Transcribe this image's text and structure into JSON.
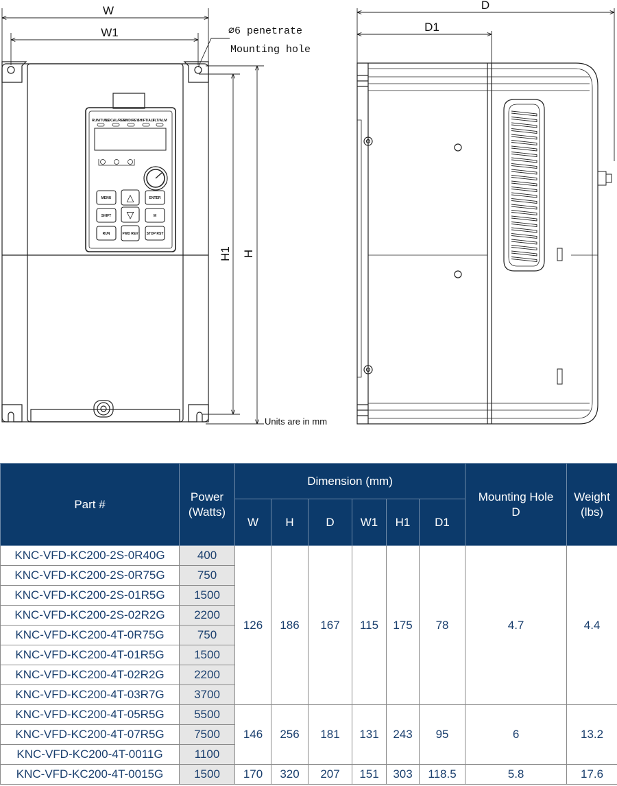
{
  "drawing": {
    "labels": {
      "w": "W",
      "w1": "W1",
      "h": "H",
      "h1": "H1",
      "d": "D",
      "d1": "D1",
      "hole_line1": "∅6 penetrate",
      "hole_line2": "Mounting hole",
      "units_note": "Units are in mm"
    },
    "keypad": {
      "indicator_labels": [
        "RUN/TUNE",
        "LOCAL/REM",
        "FWD/REV",
        "SHIFT/ALT",
        "FLT/ALM"
      ],
      "keys": [
        "MENU",
        "△",
        "ENTER",
        "SHIFT",
        "▽",
        "M",
        "RUN",
        "FWD REV",
        "STOP RST"
      ]
    }
  },
  "table": {
    "headers": {
      "part": "Part #",
      "power": "Power (Watts)",
      "dimension_group": "Dimension (mm)",
      "w": "W",
      "h": "H",
      "d": "D",
      "w1": "W1",
      "h1": "H1",
      "d1": "D1",
      "mounting_hole": "Mounting Hole D",
      "weight": "Weight (lbs)"
    },
    "parts": [
      {
        "part": "KNC-VFD-KC200-2S-0R40G",
        "power": "400"
      },
      {
        "part": "KNC-VFD-KC200-2S-0R75G",
        "power": "750"
      },
      {
        "part": "KNC-VFD-KC200-2S-01R5G",
        "power": "1500"
      },
      {
        "part": "KNC-VFD-KC200-2S-02R2G",
        "power": "2200"
      },
      {
        "part": "KNC-VFD-KC200-4T-0R75G",
        "power": "750"
      },
      {
        "part": "KNC-VFD-KC200-4T-01R5G",
        "power": "1500"
      },
      {
        "part": "KNC-VFD-KC200-4T-02R2G",
        "power": "2200"
      },
      {
        "part": "KNC-VFD-KC200-4T-03R7G",
        "power": "3700"
      },
      {
        "part": "KNC-VFD-KC200-4T-05R5G",
        "power": "5500"
      },
      {
        "part": "KNC-VFD-KC200-4T-07R5G",
        "power": "7500"
      },
      {
        "part": "KNC-VFD-KC200-4T-0011G",
        "power": "1100"
      },
      {
        "part": "KNC-VFD-KC200-4T-0015G",
        "power": "1500"
      }
    ],
    "groups": [
      {
        "rows": 8,
        "w": "126",
        "h": "186",
        "d": "167",
        "w1": "115",
        "h1": "175",
        "d1": "78",
        "hole": "4.7",
        "weight": "4.4"
      },
      {
        "rows": 3,
        "w": "146",
        "h": "256",
        "d": "181",
        "w1": "131",
        "h1": "243",
        "d1": "95",
        "hole": "6",
        "weight": "13.2"
      },
      {
        "rows": 1,
        "w": "170",
        "h": "320",
        "d": "207",
        "w1": "151",
        "h1": "303",
        "d1": "118.5",
        "hole": "5.8",
        "weight": "17.6"
      }
    ]
  }
}
